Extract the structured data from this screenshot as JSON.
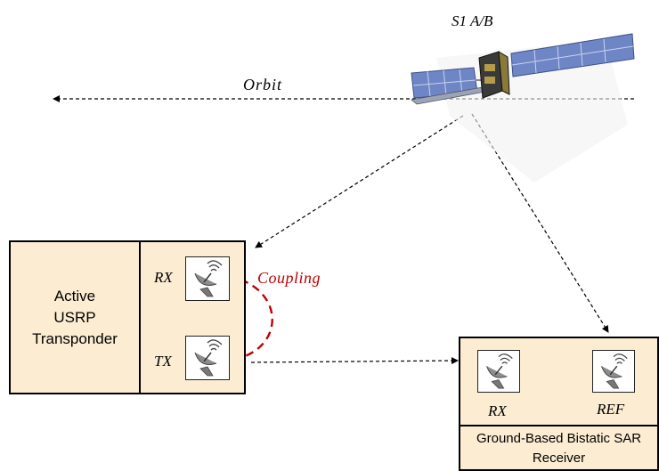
{
  "satellite": {
    "label": "S1 A/B",
    "icon": "satellite-icon"
  },
  "orbit": {
    "label": "Orbit"
  },
  "transponder": {
    "title_lines": [
      "Active",
      "USRP",
      "Transponder"
    ],
    "rx_label": "RX",
    "tx_label": "TX"
  },
  "coupling": {
    "label": "Coupling",
    "color": "#c00000"
  },
  "receiver": {
    "rx_label": "RX",
    "ref_label": "REF",
    "caption_lines": [
      "Ground-Based Bistatic SAR",
      "Receiver"
    ]
  },
  "colors": {
    "box_fill": "#fcedd2",
    "arrow": "#000000"
  }
}
